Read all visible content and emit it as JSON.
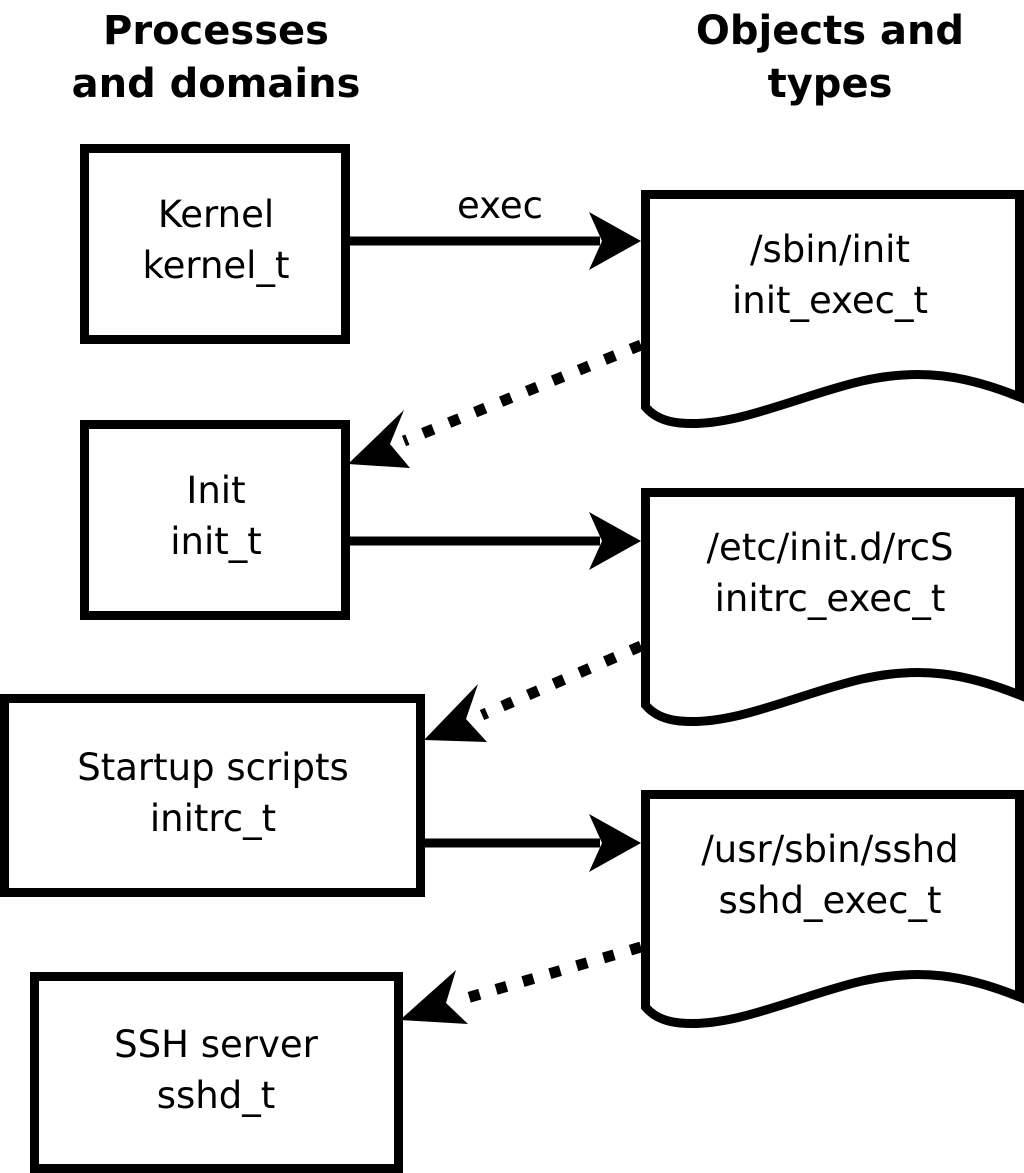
{
  "diagram": {
    "title": "SELinux process domains and object types transition diagram",
    "background_color": "#ffffff",
    "stroke_color": "#000000",
    "headers": {
      "left_line1": "Processes",
      "left_line2": "and domains",
      "right_line1": "Objects and",
      "right_line2": "types"
    },
    "process_nodes": [
      {
        "line1": "Kernel",
        "line2": "kernel_t"
      },
      {
        "line1": "Init",
        "line2": "init_t"
      },
      {
        "line1": "Startup scripts",
        "line2": "initrc_t"
      },
      {
        "line1": "SSH server",
        "line2": "sshd_t"
      }
    ],
    "object_nodes": [
      {
        "line1": "/sbin/init",
        "line2": "init_exec_t"
      },
      {
        "line1": "/etc/init.d/rcS",
        "line2": "initrc_exec_t"
      },
      {
        "line1": "/usr/sbin/sshd",
        "line2": "sshd_exec_t"
      }
    ],
    "edges": [
      {
        "label": "exec",
        "style": "solid",
        "from": "Kernel kernel_t",
        "to": "/sbin/init init_exec_t"
      },
      {
        "label": "",
        "style": "dotted",
        "from": "/sbin/init init_exec_t",
        "to": "Init init_t"
      },
      {
        "label": "",
        "style": "solid",
        "from": "Init init_t",
        "to": "/etc/init.d/rcS initrc_exec_t"
      },
      {
        "label": "",
        "style": "dotted",
        "from": "/etc/init.d/rcS initrc_exec_t",
        "to": "Startup scripts initrc_t"
      },
      {
        "label": "",
        "style": "solid",
        "from": "Startup scripts initrc_t",
        "to": "/usr/sbin/sshd sshd_exec_t"
      },
      {
        "label": "",
        "style": "dotted",
        "from": "/usr/sbin/sshd sshd_exec_t",
        "to": "SSH server sshd_t"
      }
    ]
  }
}
